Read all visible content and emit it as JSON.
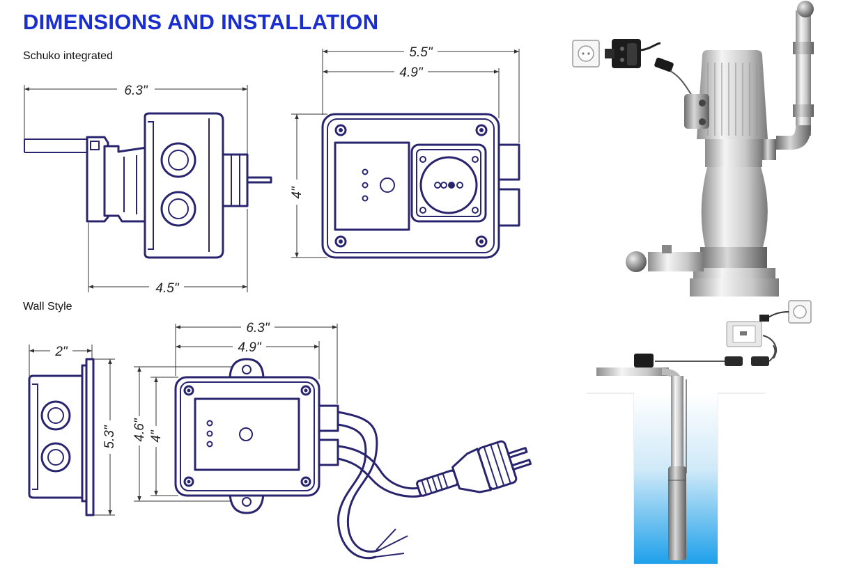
{
  "header": {
    "title": "DIMENSIONS AND INSTALLATION"
  },
  "sections": {
    "schuko": {
      "label": "Schuko integrated"
    },
    "wall": {
      "label": "Wall Style"
    }
  },
  "dimensions": {
    "schuko_side_length": "6.3\"",
    "schuko_side_body": "4.5\"",
    "schuko_front_width_total": "5.5\"",
    "schuko_front_width_body": "4.9\"",
    "schuko_front_height": "4\"",
    "wall_side_depth": "2\"",
    "wall_side_height": "5.3\"",
    "wall_front_width_total": "6.3\"",
    "wall_front_width_body": "4.9\"",
    "wall_front_height_total": "4.6\"",
    "wall_front_height_body": "4\""
  },
  "colors": {
    "title": "#1a2ecf",
    "line": "#28246e",
    "water": "#35a8e8"
  }
}
